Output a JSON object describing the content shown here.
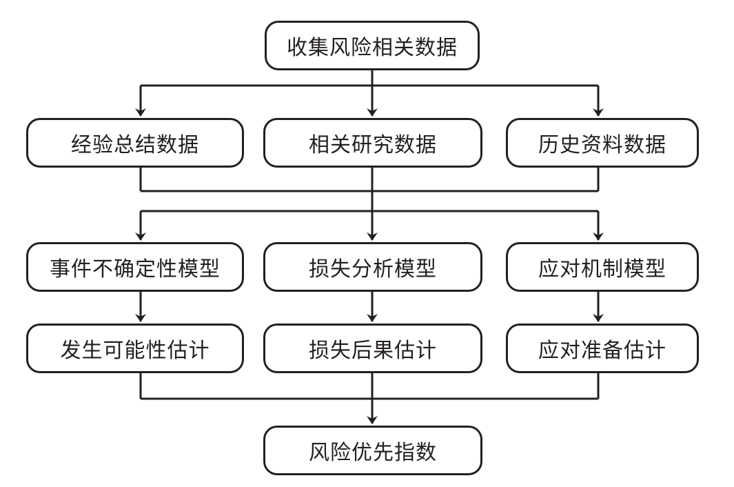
{
  "colors": {
    "stroke": "#231f20",
    "fill": "#ffffff",
    "text": "#231f20"
  },
  "nodes": {
    "collect": "收集风险相关数据",
    "experience": "经验总结数据",
    "research": "相关研究数据",
    "history": "历史资料数据",
    "uncertainty_model": "事件不确定性模型",
    "loss_model": "损失分析模型",
    "response_model": "应对机制模型",
    "likelihood_estimate": "发生可能性估计",
    "consequence_estimate": "损失后果估计",
    "preparedness_estimate": "应对准备估计",
    "priority_index": "风险优先指数"
  }
}
